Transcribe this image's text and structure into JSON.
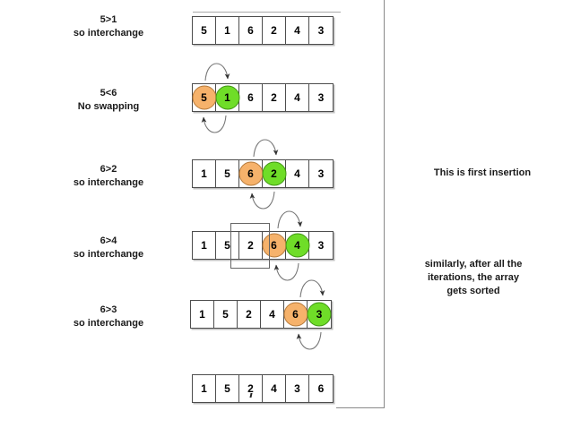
{
  "diagram": {
    "title": "Bubble sort first pass illustration",
    "colors": {
      "highlight_first": "#f6b26b",
      "highlight_second": "#6fdd28",
      "box_border": "#4d4d4d",
      "divider": "#8a8a8a",
      "text": "#1a1a1a"
    },
    "steps": [
      {
        "caption": "5>1\nso interchange",
        "cells": [
          {
            "value": "5",
            "highlight": "none"
          },
          {
            "value": "1",
            "highlight": "none"
          },
          {
            "value": "6",
            "highlight": "none"
          },
          {
            "value": "2",
            "highlight": "none"
          },
          {
            "value": "4",
            "highlight": "none"
          },
          {
            "value": "3",
            "highlight": "none"
          }
        ],
        "swap_arrows": false
      },
      {
        "caption": "5<6\nNo swapping",
        "cells": [
          {
            "value": "5",
            "highlight": "orange"
          },
          {
            "value": "1",
            "highlight": "green"
          },
          {
            "value": "6",
            "highlight": "none"
          },
          {
            "value": "2",
            "highlight": "none"
          },
          {
            "value": "4",
            "highlight": "none"
          },
          {
            "value": "3",
            "highlight": "none"
          }
        ],
        "swap_arrows": true
      },
      {
        "caption": "6>2\nso interchange",
        "cells": [
          {
            "value": "1",
            "highlight": "none"
          },
          {
            "value": "5",
            "highlight": "none"
          },
          {
            "value": "6",
            "highlight": "orange"
          },
          {
            "value": "2",
            "highlight": "green"
          },
          {
            "value": "4",
            "highlight": "none"
          },
          {
            "value": "3",
            "highlight": "none"
          }
        ],
        "swap_arrows": true
      },
      {
        "caption": "6>4\nso interchange",
        "cells": [
          {
            "value": "1",
            "highlight": "none"
          },
          {
            "value": "5",
            "highlight": "none"
          },
          {
            "value": "2",
            "highlight": "none"
          },
          {
            "value": "6",
            "highlight": "orange"
          },
          {
            "value": "4",
            "highlight": "green"
          },
          {
            "value": "3",
            "highlight": "none"
          }
        ],
        "swap_arrows": true
      },
      {
        "caption": "6>3\nso interchange",
        "cells": [
          {
            "value": "1",
            "highlight": "none"
          },
          {
            "value": "5",
            "highlight": "none"
          },
          {
            "value": "2",
            "highlight": "none"
          },
          {
            "value": "4",
            "highlight": "none"
          },
          {
            "value": "6",
            "highlight": "orange"
          },
          {
            "value": "3",
            "highlight": "green"
          }
        ],
        "swap_arrows": true
      },
      {
        "caption": "",
        "cells": [
          {
            "value": "1",
            "highlight": "none"
          },
          {
            "value": "5",
            "highlight": "none"
          },
          {
            "value": "2",
            "highlight": "none"
          },
          {
            "value": "4",
            "highlight": "none"
          },
          {
            "value": "3",
            "highlight": "none"
          },
          {
            "value": "6",
            "highlight": "none"
          }
        ],
        "swap_arrows": false
      }
    ],
    "notes": [
      {
        "text": "This is first insertion"
      },
      {
        "text": "similarly, after all the\niterations, the array\ngets sorted"
      }
    ]
  }
}
